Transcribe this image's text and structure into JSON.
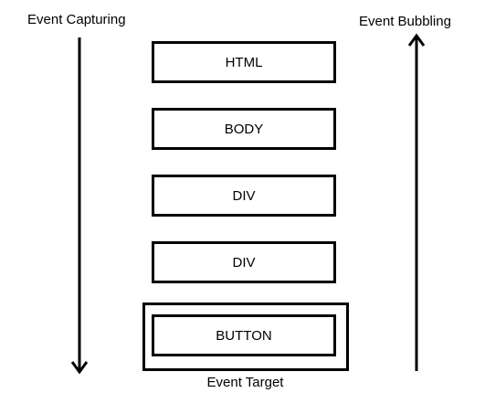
{
  "labels": {
    "capturing": "Event Capturing",
    "bubbling": "Event Bubbling",
    "target": "Event Target"
  },
  "boxes": [
    "HTML",
    "BODY",
    "DIV",
    "DIV",
    "BUTTON"
  ]
}
